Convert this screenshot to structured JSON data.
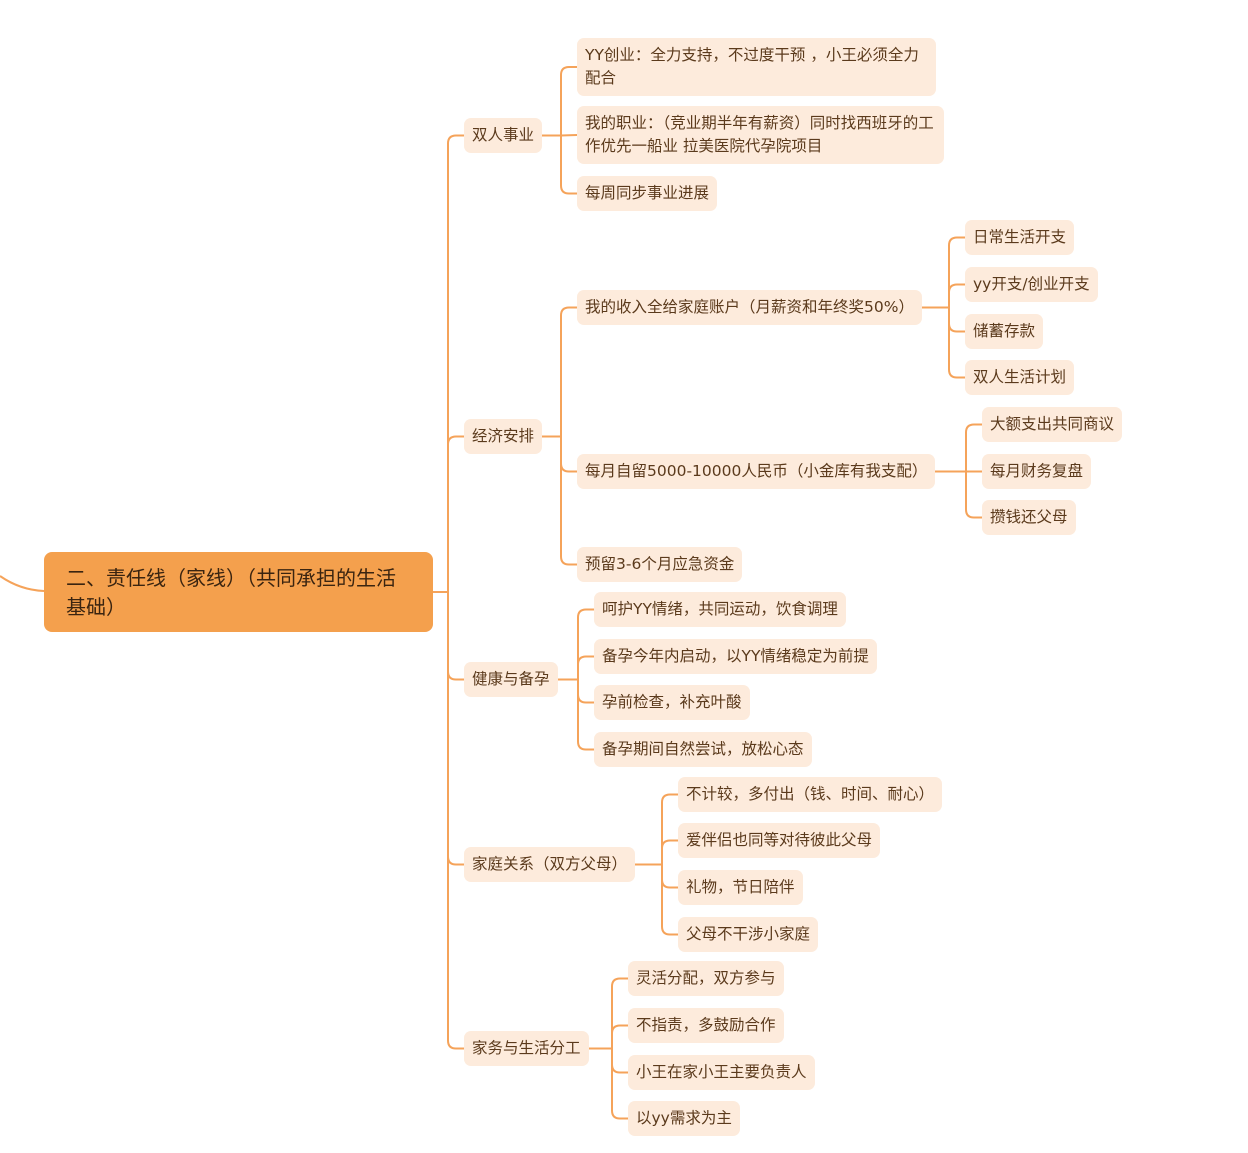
{
  "root": {
    "title": "二、责任线（家线）（共同承担的生活基础）"
  },
  "branches": [
    {
      "label": "双人事业",
      "children": [
        {
          "label": "YY创业：全力支持，不过度干预 ，小王必须全力配合"
        },
        {
          "label": "我的职业：（竞业期半年有薪资）同时找西班牙的工作优先一船业 拉美医院代孕院项目"
        },
        {
          "label": "每周同步事业进展"
        }
      ]
    },
    {
      "label": "经济安排",
      "children": [
        {
          "label": "我的收入全给家庭账户（月薪资和年终奖50%）",
          "children": [
            {
              "label": "日常生活开支"
            },
            {
              "label": "yy开支/创业开支"
            },
            {
              "label": "储蓄存款"
            },
            {
              "label": "双人生活计划"
            }
          ]
        },
        {
          "label": "每月自留5000-10000人民币（小金库有我支配）",
          "children": [
            {
              "label": "大额支出共同商议"
            },
            {
              "label": "每月财务复盘"
            },
            {
              "label": "攒钱还父母"
            }
          ]
        },
        {
          "label": "预留3-6个月应急资金"
        }
      ]
    },
    {
      "label": "健康与备孕",
      "children": [
        {
          "label": "呵护YY情绪，共同运动，饮食调理"
        },
        {
          "label": "备孕今年内启动，以YY情绪稳定为前提"
        },
        {
          "label": "孕前检查，补充叶酸"
        },
        {
          "label": "备孕期间自然尝试，放松心态"
        }
      ]
    },
    {
      "label": "家庭关系（双方父母）",
      "children": [
        {
          "label": "不计较，多付出（钱、时间、耐心）"
        },
        {
          "label": "爱伴侣也同等对待彼此父母"
        },
        {
          "label": "礼物，节日陪伴"
        },
        {
          "label": "父母不干涉小家庭"
        }
      ]
    },
    {
      "label": "家务与生活分工",
      "children": [
        {
          "label": "灵活分配，双方参与"
        },
        {
          "label": "不指责，多鼓励合作"
        },
        {
          "label": "小王在家小王主要负责人"
        },
        {
          "label": "以yy需求为主"
        }
      ]
    }
  ],
  "colors": {
    "root": "#F4A04D",
    "node": "#FDEBDC",
    "line": "#F5A35A",
    "text": "#5B3A1C"
  }
}
